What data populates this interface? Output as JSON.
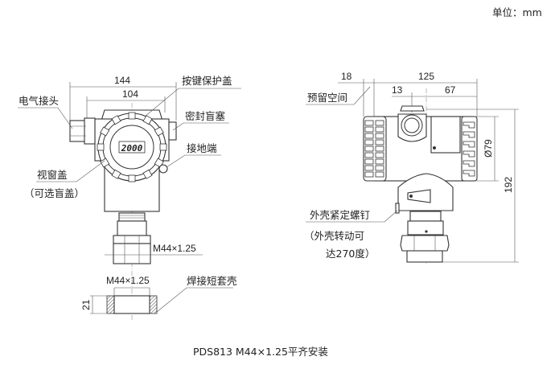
{
  "unit_label": "单位：mm",
  "caption": "PDS813    M44×1.25平齐安装",
  "front_view": {
    "dims": {
      "overall_width": "144",
      "cover_width": "104",
      "thread_process": "M44×1.25",
      "thread_sleeve": "M44×1.25",
      "sleeve_height": "21"
    },
    "display_value": "2000",
    "labels": {
      "cable_gland": "电气接头",
      "key_cover": "按键保护盖",
      "seal_plug": "密封盲塞",
      "ground": "接地端",
      "window_cover": "视窗盖",
      "window_cover_note": "（可选盲盖）",
      "weld_sleeve": "焊接短套壳"
    }
  },
  "side_view": {
    "dims": {
      "reserved": "18",
      "overall_depth": "125",
      "offset": "13",
      "half_depth": "67",
      "diameter": "Ø79",
      "height": "192"
    },
    "labels": {
      "reserved_space": "预留空间",
      "lock_screw": "外壳紧定螺钉",
      "lock_note_1": "（外壳转动可",
      "lock_note_2": "达270度）"
    }
  }
}
